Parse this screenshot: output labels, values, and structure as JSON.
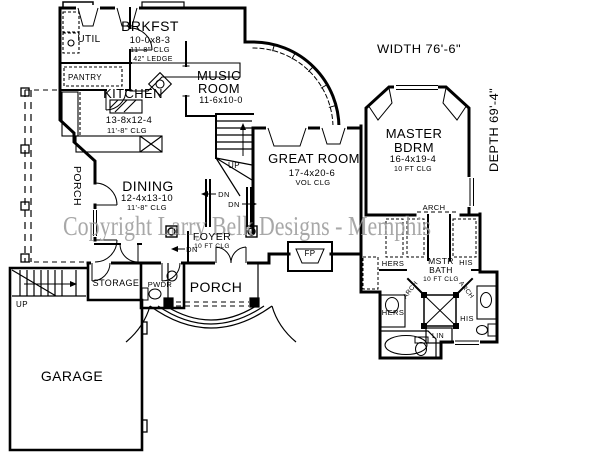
{
  "watermark": "Copyright Larry Belk Designs - Memphis",
  "dimensions": {
    "width": "WIDTH  76'-6\"",
    "depth": "DEPTH  69'-4\""
  },
  "rooms": {
    "brkfst": {
      "name": "BRKFST",
      "size": "10-0x8-3",
      "clg": "11'-8\" CLG"
    },
    "ledge": "42\" LEDGE",
    "util": "UTIL",
    "pantry": "PANTRY",
    "kitchen": {
      "name": "KITCHEN",
      "size": "13-8x12-4",
      "clg": "11'-8\" CLG"
    },
    "music": {
      "name1": "MUSIC",
      "name2": "ROOM",
      "size": "11-6x10-0"
    },
    "dining": {
      "name": "DINING",
      "size": "12-4x13-10",
      "clg": "11'-8\" CLG"
    },
    "great": {
      "name": "GREAT ROOM",
      "size": "17-4x20-6",
      "clg": "VOL CLG"
    },
    "master": {
      "name1": "MASTER",
      "name2": "BDRM",
      "size": "16-4x19-4",
      "clg": "10 FT CLG"
    },
    "bath": {
      "name1": "MSTR",
      "name2": "BATH",
      "clg": "10 FT CLG"
    },
    "foyer": {
      "name": "FOYER",
      "clg": "10 FT CLG"
    },
    "porch": "PORCH",
    "storage": "STORAGE",
    "garage": "GARAGE",
    "pwdr": "PWDR",
    "hers": "HERS",
    "his": "HIS",
    "lin": "LIN",
    "arch": "ARCH",
    "fp": "FP"
  },
  "annotations": {
    "up": "UP",
    "dn": "DN"
  },
  "colors": {
    "ink": "#000000",
    "watermark": "#9a9a9a"
  }
}
